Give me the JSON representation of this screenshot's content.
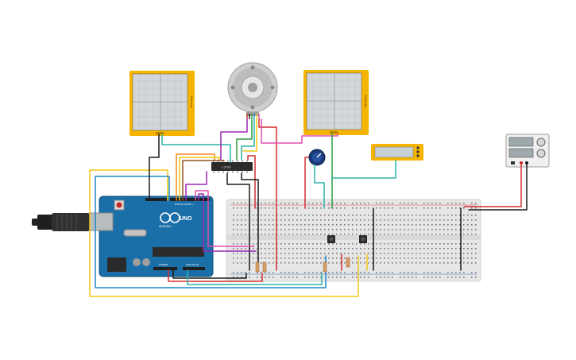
{
  "arduino": {
    "brand_label": "UNO",
    "logo_text": "ARDUINO",
    "digital_header_label": "DIGITAL (PWM ~)",
    "power_header_label": "POWER",
    "analog_header_label": "ANALOG IN"
  },
  "driver_chip": {
    "label": "L293D"
  },
  "oscilloscopes": [
    {
      "brand": "Tinkercad"
    },
    {
      "brand": "Tinkercad"
    }
  ],
  "colors": {
    "wire_red": "#d32f2f",
    "wire_black": "#1a1a1a",
    "wire_yellow": "#f2c811",
    "wire_blue": "#1e88c9",
    "wire_orange": "#f08c1e",
    "wire_purple": "#9b27b0",
    "wire_green": "#2e9e44",
    "wire_teal": "#2bb3a8",
    "wire_brown": "#8d5524",
    "wire_pink": "#e04fb0",
    "arduino_board": "#1b6fa8",
    "breadboard": "#e7e7e7",
    "scope_frame": "#f5b400"
  },
  "icons": {
    "usb": "usb-cable-icon",
    "motor": "dc-motor-icon",
    "pot": "potentiometer-icon"
  }
}
